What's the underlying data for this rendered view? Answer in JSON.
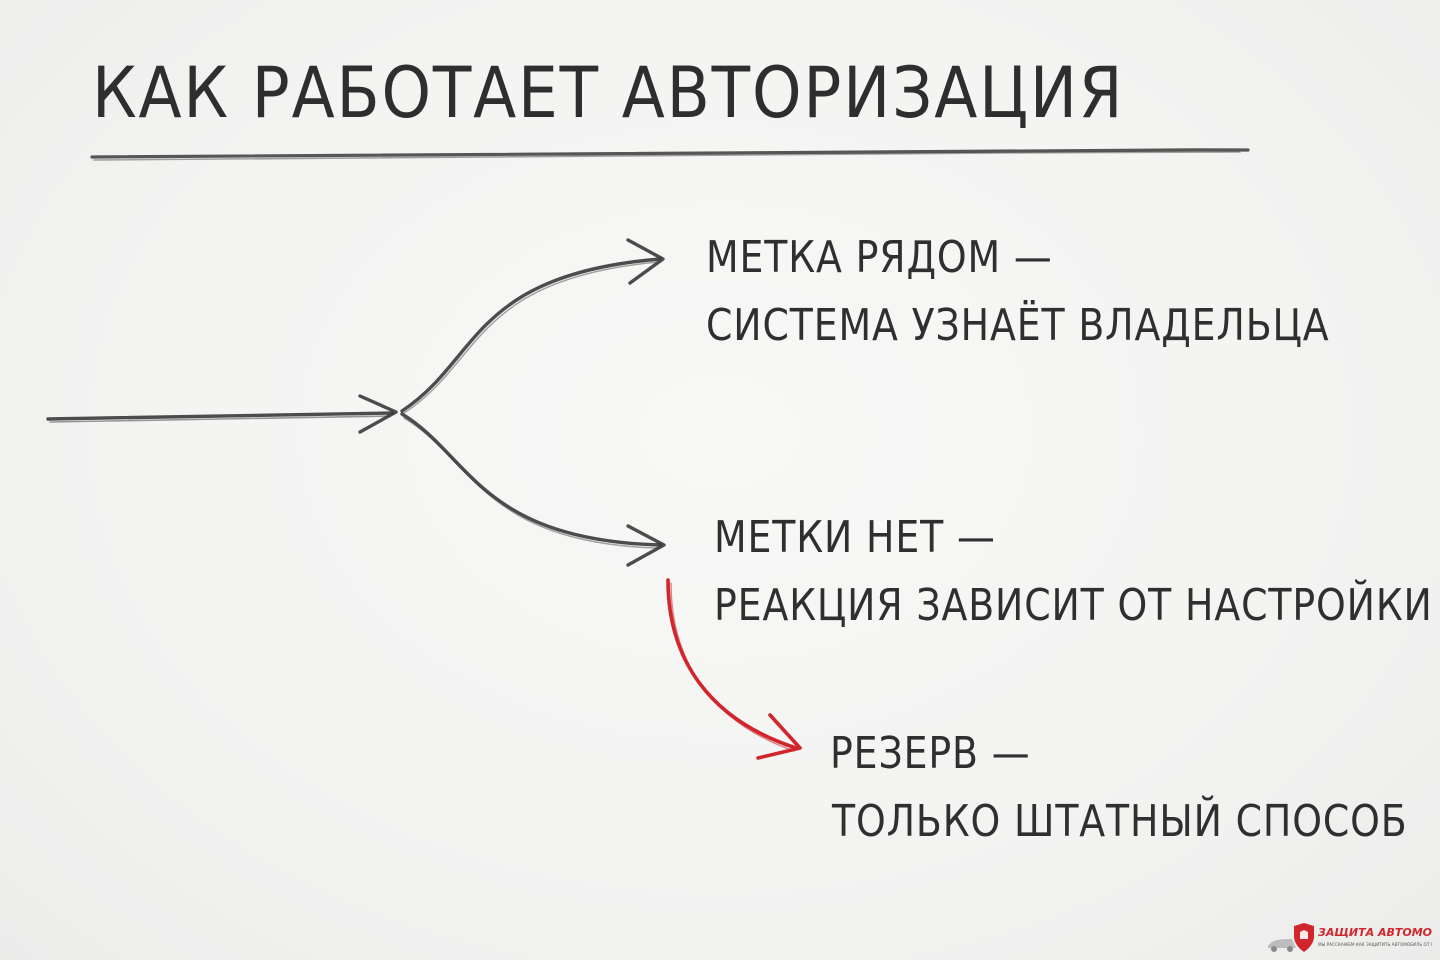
{
  "title": "КАК РАБОТАЕТ АВТОРИЗАЦИЯ",
  "branches": {
    "tag_present": {
      "line1": "МЕТКА РЯДОМ —",
      "line2": "СИСТЕМА УЗНАЁТ ВЛАДЕЛЬЦА"
    },
    "tag_absent": {
      "line1": "МЕТКИ НЕТ —",
      "line2": "РЕАКЦИЯ ЗАВИСИТ ОТ НАСТРОЙКИ"
    },
    "reserve": {
      "line1": "РЕЗЕРВ —",
      "line2": "ТОЛЬКО ШТАТНЫЙ СПОСОБ"
    }
  },
  "colors": {
    "pencil": "#3a3a3a",
    "accent_red": "#d0262c",
    "paper": "#f4f4f3"
  },
  "logo": {
    "name": "ЗАЩИТА АВТОМОБИЛЯ",
    "tagline": "МЫ РАССКАЖЕМ КАК ЗАЩИТИТЬ АВТОМОБИЛЬ ОТ УГОНА",
    "icon": "shield-car-icon"
  }
}
